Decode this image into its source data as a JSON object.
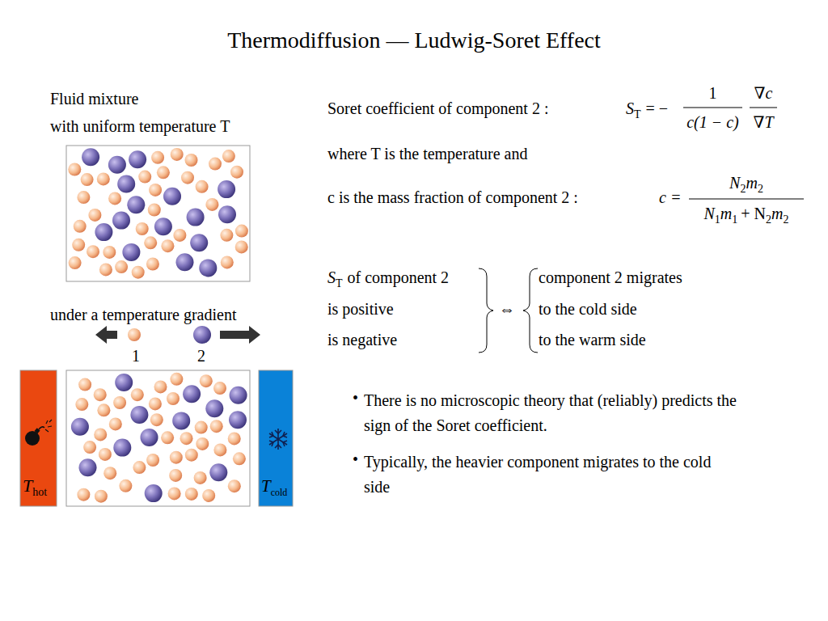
{
  "diagram": {
    "title": "Thermodiffusion — Ludwig-Soret Effect",
    "nodes": [
      {
        "text": [
          "T",
          "hot"
        ]
      },
      {
        "text": [
          "T",
          "cold"
        ]
      }
    ],
    "labels": [
      "Fluid mixture",
      "with uniform temperature T",
      "under a temperature gradient",
      "1",
      "2",
      "Soret coefficient of component 2 :",
      "S",
      "T",
      "= −",
      "1",
      "c(1 − c)",
      "∇c",
      "∇T",
      "where T is the temperature and",
      "c is the mass fraction of component 2 :",
      "c =",
      "N",
      "2",
      "m",
      "2",
      "N",
      "1",
      "m",
      "1",
      "+ N",
      "2",
      "m",
      "2",
      "S",
      "T",
      "of component 2",
      "is positive",
      "is negative",
      "⇔",
      "component 2 migrates",
      "to the cold side",
      "to the warm side",
      "•",
      "There is no microscopic theory that (reliably) predicts the sign of the Soret coefficient.",
      "•",
      "Typically, the heavier component migrates to the cold side"
    ]
  }
}
